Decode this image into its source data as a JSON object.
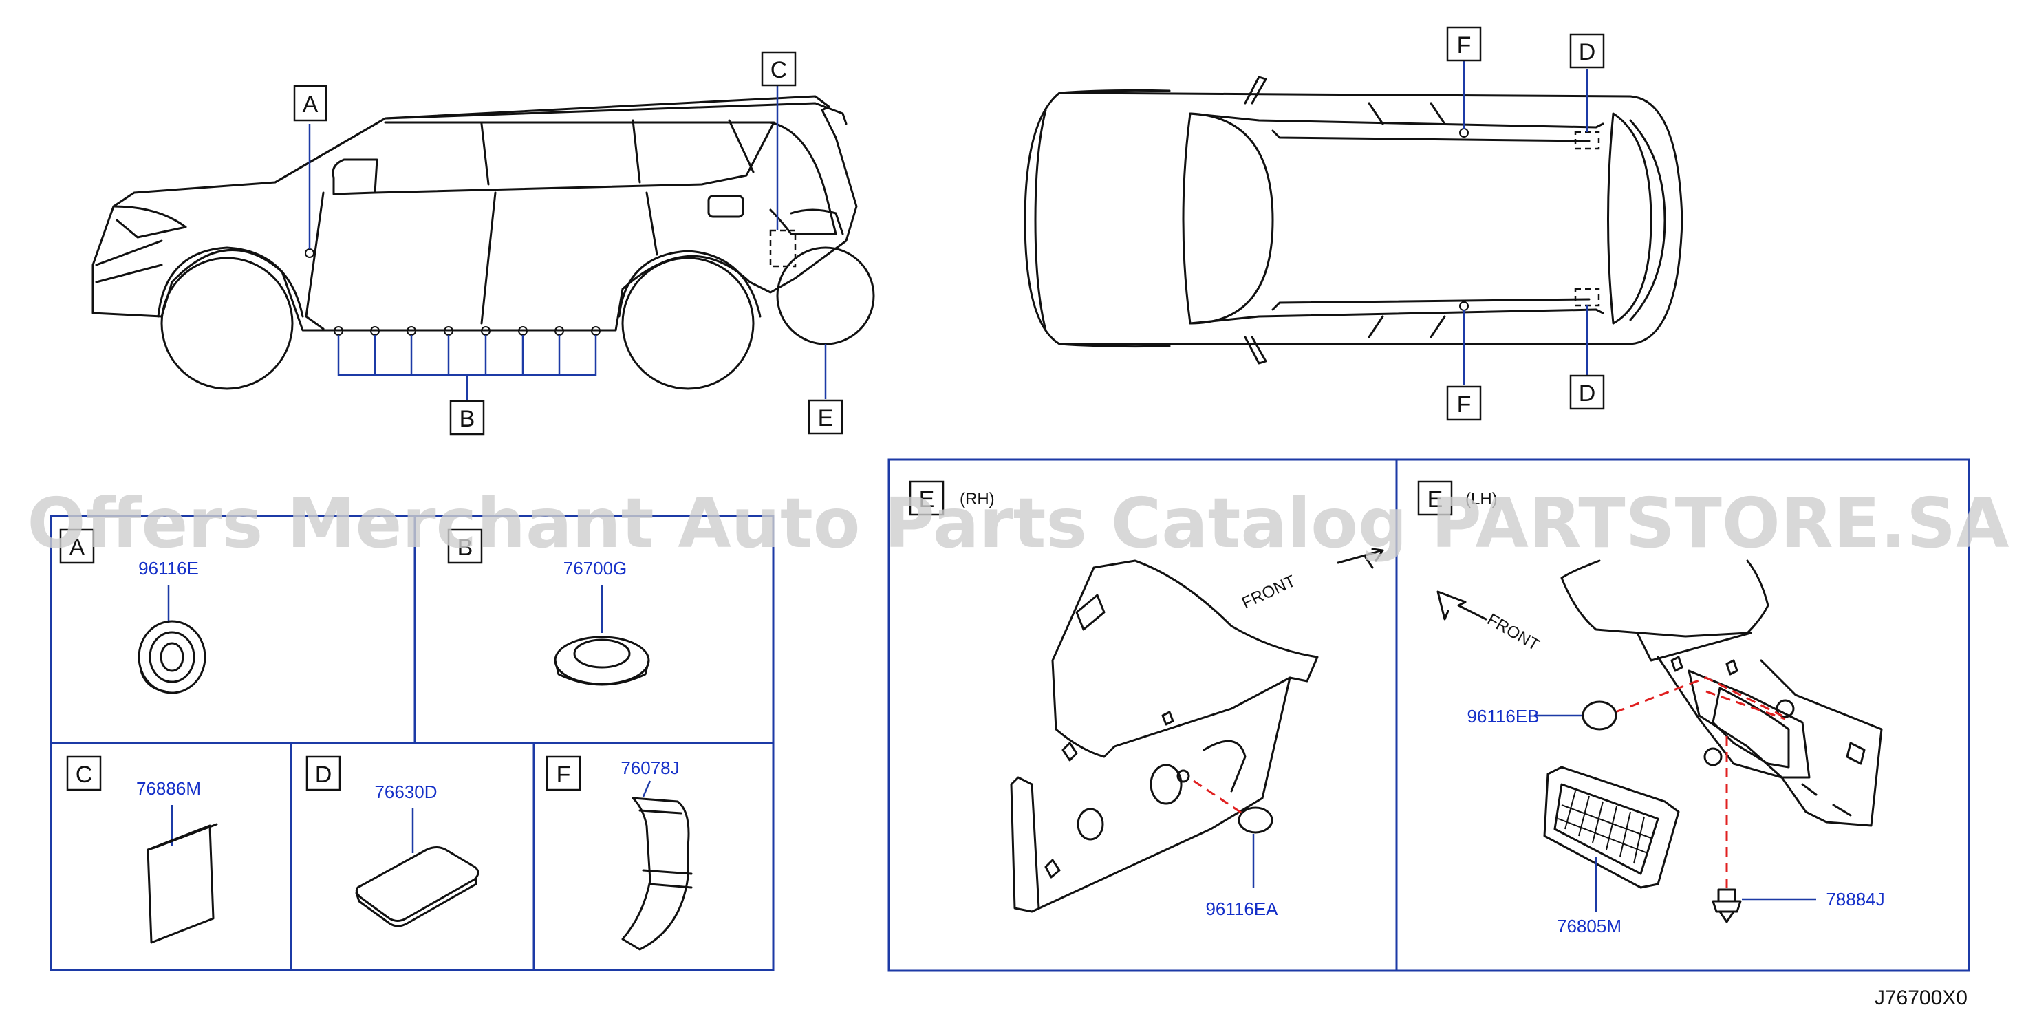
{
  "callouts": {
    "side_view": {
      "a": "A",
      "b": "B",
      "c": "C",
      "e": "E"
    },
    "top_view": {
      "f_top": "F",
      "f_bottom": "F",
      "d_top": "D",
      "d_bottom": "D"
    }
  },
  "panels": {
    "a": {
      "letter": "A",
      "part": "96116E"
    },
    "b": {
      "letter": "B",
      "part": "76700G"
    },
    "c": {
      "letter": "C",
      "part": "76886M"
    },
    "d": {
      "letter": "D",
      "part": "76630D"
    },
    "f": {
      "letter": "F",
      "part": "76078J"
    },
    "e_rh": {
      "letter": "E",
      "side": "(RH)",
      "front": "FRONT",
      "part": "96116EA"
    },
    "e_lh": {
      "letter": "E",
      "side": "(LH)",
      "front": "FRONT",
      "parts": {
        "plug": "96116EB",
        "vent": "76805M",
        "clip": "78884J"
      }
    }
  },
  "watermark": "Offers Merchant Auto Parts Catalog PARTSTORE.SA",
  "diagram_code": "J76700X0",
  "colors": {
    "frame": "#1c3aa6",
    "part_number": "#1530c8",
    "leader_red": "#e02020",
    "watermark": "#cfcfcf"
  }
}
